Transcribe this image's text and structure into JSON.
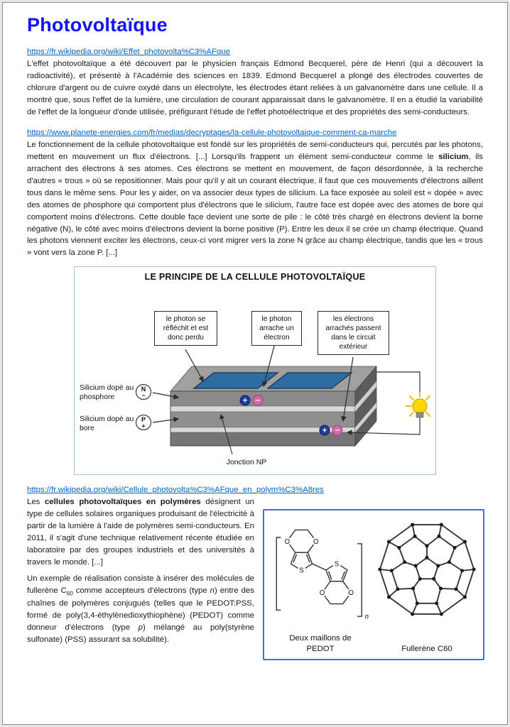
{
  "doc": {
    "title": "Photovoltaïque"
  },
  "colors": {
    "title_blue": "#1212FF",
    "link_blue": "#0563C1",
    "figure_border": "#4472C4",
    "diagram_border": "#9DC3E6",
    "panel_blue": "#2E6DA4",
    "charge_plus_blue": "#1F3D99",
    "charge_minus_pink": "#D667A8",
    "bulb_yellow": "#FFD700"
  },
  "sections": {
    "effect": {
      "link": "https://fr.wikipedia.org/wiki/Effet_photovolta%C3%AFque",
      "paragraph": "L'effet photovoltaïque a été découvert par le physicien français Edmond Becquerel, père de Henri (qui a découvert la radioactivité), et présenté à l'Académie des sciences en 1839. Edmond Becquerel a plongé des électrodes couvertes de chlorure d'argent ou de cuivre oxydé dans un électrolyte, les électrodes étant reliées à un galvanomètre dans une cellule. Il a montré que, sous l'effet de la lumière, une circulation de courant apparaissait dans le galvanomètre. Il en a étudié la variabilité de l'effet de la longueur d'onde utilisée, préfigurant l'étude de l'effet photoélectrique et des propriétés des semi-conducteurs."
    },
    "cell": {
      "link": "https://www.planete-energies.com/fr/medias/decryptages/la-cellule-photovoltaique-comment-ca-marche",
      "p_before": "Le fonctionnement de la cellule photovoltaïque est fondé sur les propriétés de semi-conducteurs qui, percutés par les photons, mettent en mouvement un flux d'électrons. [...] Lorsqu'ils frappent un élément semi-conducteur comme le ",
      "p_bold": "silicium",
      "p_after": ", ils arrachent des électrons à ses atomes. Ces électrons se mettent en mouvement, de façon désordonnée, à la recherche d'autres « trous » où se repositionner. Mais pour qu'il y ait un courant électrique, il faut que ces mouvements d'électrons aillent tous dans le même sens. Pour les y aider, on va associer deux types de silicium. La face exposée au soleil est « dopée » avec des atomes de phosphore qui comportent plus d'électrons que le silicium, l'autre face est dopée avec des atomes de bore qui comportent moins d'électrons. Cette double face devient une sorte de pile : le côté très chargé en électrons devient la borne négative (N), le côté avec moins d'électrons devient la borne positive (P). Entre les deux il se crée un champ électrique. Quand les photons viennent exciter les électrons, ceux-ci vont migrer vers la zone N grâce au champ électrique, tandis que les « trous » vont vers la zone P. [...]"
    },
    "polymer": {
      "link": "https://fr.wikipedia.org/wiki/Cellule_photovolta%C3%AFque_en_polym%C3%A8res",
      "p1_before": "Les ",
      "p1_bold": "cellules photovoltaïques en polymères",
      "p1_after": " désignent un type de cellules solaires organiques produisant de l'électricité à partir de la lumière à l'aide de polymères semi-conducteurs. En 2011, il s'agit d'une technique relativement récente étudiée en laboratoire par des groupes industriels et des universités à travers le monde. [...]",
      "p2_a": "Un exemple de réalisation consiste à insérer des molécules de fullerène C",
      "p2_sub": "60",
      "p2_b": " comme accepteurs d'électrons (type ",
      "p2_i1": "n",
      "p2_c": ") entre des chaînes de polymères conjugués (telles que le PEDOT:PSS, formé de poly(3,4-éthylènedioxythiophène) (PEDOT) comme donneur d'électrons (type ",
      "p2_i2": "p",
      "p2_d": ") mélangé au poly(styrène sulfonate) (PSS) assurant sa solubilité)."
    }
  },
  "diagram": {
    "title": "LE PRINCIPE DE LA CELLULE PHOTOVOLTAÏQUE",
    "callout_reflect": "le photon se réfléchit et est donc perdu",
    "callout_eject": "le photon arrache un électron",
    "callout_circuit": "les électrons arrachés passent dans le circuit extérieur",
    "label_phosphore": "Silicium dopé au phosphore",
    "label_bore": "Silicium dopé au bore",
    "terminal_n": "N",
    "terminal_n_sign": "−",
    "terminal_p": "P",
    "terminal_p_sign": "+",
    "junction": "Jonction NP",
    "plus": "+",
    "minus": "−"
  },
  "figure": {
    "caption_pedot": "Deux maillons de PEDOT",
    "caption_c60": "Fullerène C60",
    "atom_o": "O",
    "atom_s": "S",
    "repeat_n": "n"
  }
}
